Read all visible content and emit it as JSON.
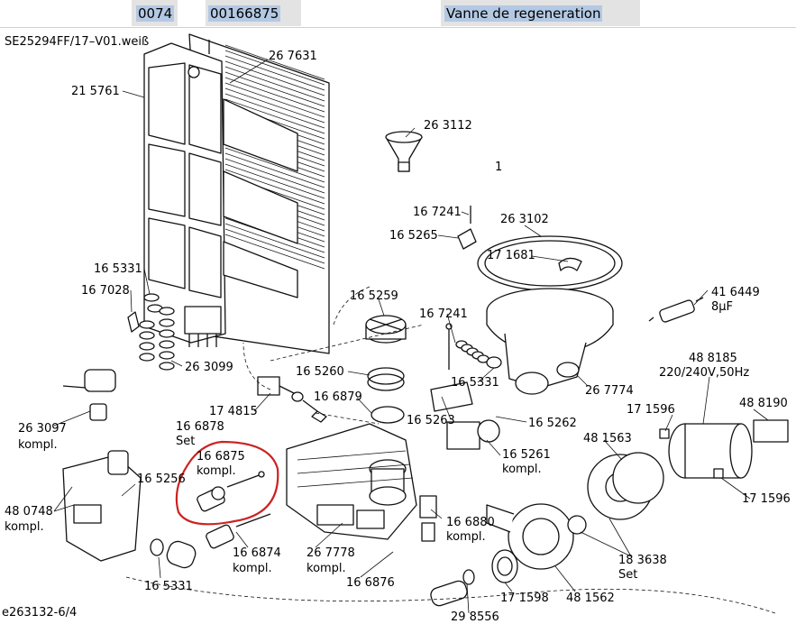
{
  "header": {
    "position_no": "0074",
    "part_no": "00166875",
    "description": "Vanne de regeneration"
  },
  "diagram": {
    "model": "SE25294FF/17–V01.weiß",
    "drawing_ref": "e263132-6/4",
    "highlight_color": "#cc2222",
    "labels": {
      "l267631": "26 7631",
      "l215761": "21 5761",
      "l263112": "26 3112",
      "l1": "1",
      "l167241a": "16 7241",
      "l165265": "16 5265",
      "l263102": "26 3102",
      "l171681": "17 1681",
      "l165331a": "16 5331",
      "l167028": "16 7028",
      "l165259": "16 5259",
      "l167241b": "16 7241",
      "l416449": "41 6449",
      "l416449b": "8µF",
      "l263099": "26 3099",
      "l165260": "16 5260",
      "l165331b": "16 5331",
      "l267774": "26 7774",
      "l488185": "48 8185",
      "l488185b": "220/240V,50Hz",
      "l263097": "26 3097",
      "l263097b": "kompl.",
      "l174815": "17 4815",
      "l166879": "16 6879",
      "l165263": "16 5263",
      "l165262": "16 5262",
      "l171596a": "17 1596",
      "l488190": "48 8190",
      "l166878": "16 6878",
      "l166878b": "Set",
      "l165261": "16 5261",
      "l165261b": "kompl.",
      "l481563": "48 1563",
      "l166875": "16 6875",
      "l166875b": "kompl.",
      "l165256": "16 5256",
      "l171596b": "17 1596",
      "l480748": "48 0748",
      "l480748b": "kompl.",
      "l166880": "16 6880",
      "l166880b": "kompl.",
      "l166874": "16 6874",
      "l166874b": "kompl.",
      "l267778": "26 7778",
      "l267778b": "kompl.",
      "l183638": "18 3638",
      "l183638b": "Set",
      "l165331c": "16 5331",
      "l166876": "16 6876",
      "l171598": "17 1598",
      "l481562": "48 1562",
      "l298556": "29 8556"
    }
  }
}
